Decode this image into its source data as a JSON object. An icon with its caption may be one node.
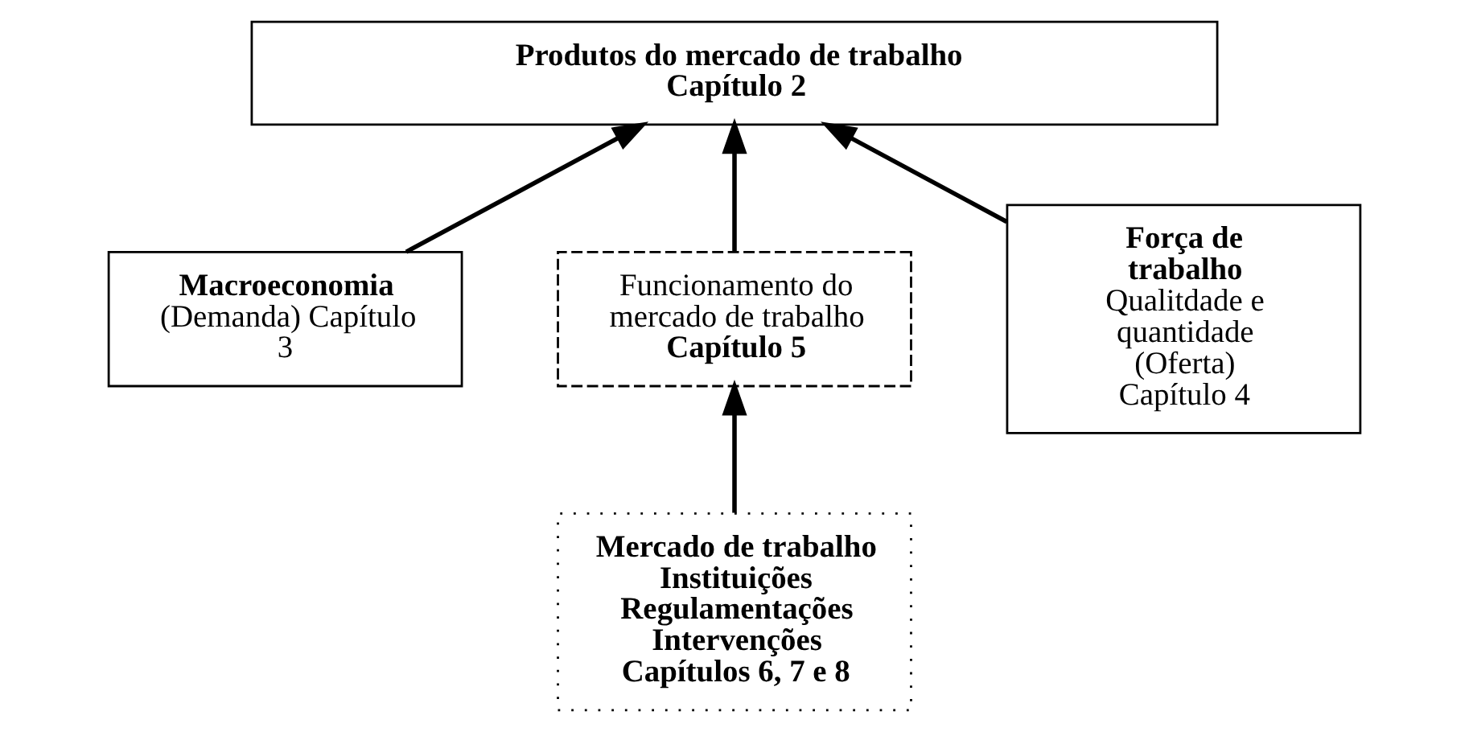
{
  "diagram": {
    "nodes": [
      {
        "text": [
          "Produtos do mercado de trabalho",
          "Capítulo 2"
        ]
      },
      {
        "text": [
          "Macroeconomia",
          "(Demanda) Capítulo 3"
        ]
      },
      {
        "text": [
          "Funcionamento do mercado de trabalho",
          "Capítulo 5"
        ]
      },
      {
        "text": [
          "Força de trabalho",
          "Qualitdade e quantidade (Oferta) Capítulo 4"
        ]
      },
      {
        "text": [
          "Mercado de trabalho Instituições Regulamentações Intervenções Capítulos 6, 7 e 8"
        ]
      }
    ],
    "edges": [
      {
        "from": 1,
        "to": 0,
        "arrow": "to"
      },
      {
        "from": 2,
        "to": 0,
        "arrow": "to"
      },
      {
        "from": 3,
        "to": 0,
        "arrow": "to"
      },
      {
        "from": 4,
        "to": 2,
        "arrow": "to"
      }
    ]
  }
}
